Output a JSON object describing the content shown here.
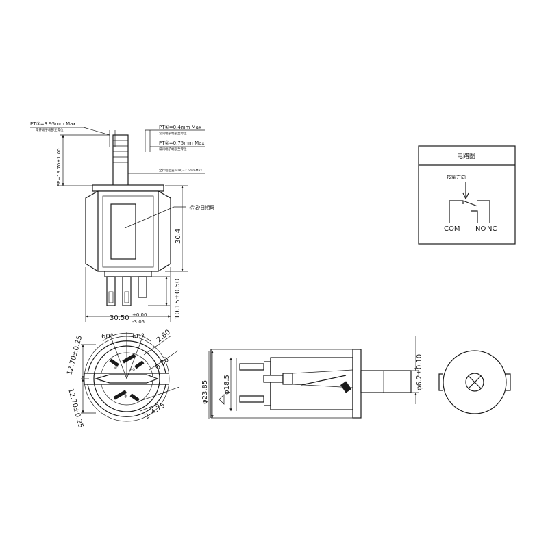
{
  "front_view": {
    "pt3_label": "PT③=3.95mm Max",
    "pt3_note": "常开端子端部至零位",
    "pt1_label": "PT①=0.4mm Max",
    "pt1_note": "常闭端子端部至零位",
    "pt2_label": "PT②=0.75mm Max",
    "pt2_note": "常闭端子端部至零位",
    "ftp_label": "全行程位置(FTP)=2.5mmMax.",
    "fp_label": "FP=19.70±1.00",
    "label_callout": "标记/日期码",
    "dim_height": "30.4",
    "dim_terminal": "10.15±0.50",
    "dim_width": "30.50",
    "dim_width_tol_upper": "+0.00",
    "dim_width_tol_lower": "-3.05"
  },
  "bottom_view": {
    "angle_left": "60°",
    "angle_right": "60°",
    "dim_top": "12.70±0.25",
    "dim_bottom": "12.70±0.25",
    "dim_280": "2.80",
    "dim_080": "0.80",
    "dim_475": "2–4.75",
    "terminal_nc": "NC",
    "terminal_no": "NO",
    "terminal_com": "COM"
  },
  "side_view": {
    "dim_outer": "φ23.85",
    "dim_inner": "φ18.5",
    "dim_plunger": "φ6.2±0.10"
  },
  "circuit": {
    "title": "电路图",
    "press_direction": "按掣方向",
    "com_label": "COM",
    "no_label": "NO",
    "nc_label": "NC"
  }
}
